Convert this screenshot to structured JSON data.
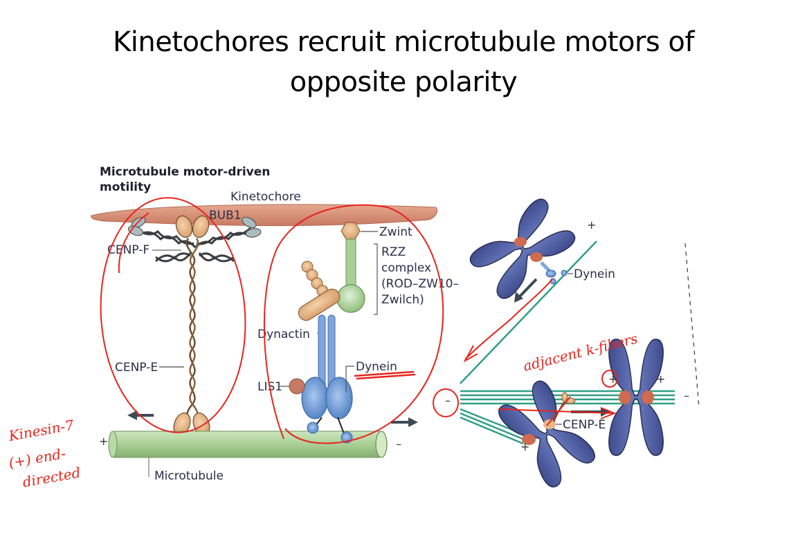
{
  "slide": {
    "title_line1": "Kinetochores recruit microtubule motors of",
    "title_line2": "opposite polarity"
  },
  "figure": {
    "panel_title_line1": "Microtubule motor-driven",
    "panel_title_line2": "motility",
    "labels": {
      "kinetochore": "Kinetochore",
      "bub1": "BUB1",
      "cenp_f": "CENP-F",
      "cenp_e": "CENP-E",
      "zwint": "Zwint",
      "rzz_line1": "RZZ",
      "rzz_line2": "complex",
      "rzz_line3": "(ROD–ZW10–",
      "rzz_line4": "Zwilch)",
      "dynactin": "Dynactin",
      "lis1": "LIS1",
      "dynein": "Dynein",
      "microtubule": "Microtubule",
      "dynein_right": "Dynein",
      "cenp_e_right": "CENP-E"
    },
    "polarity": {
      "plus": "+",
      "minus": "–"
    },
    "colors": {
      "kinetochore": "#d98a72",
      "microtubule": "#a9cf95",
      "kinesin_head": "#e9b887",
      "dynein": "#5b8fd1",
      "chromosome": "#4c5a9e",
      "spindle": "#2f9e86",
      "annotation": "#e8231c"
    }
  },
  "annotations": {
    "kinesin_line1": "Kinesin-7",
    "kinesin_line2": "(+) end-",
    "kinesin_line3": "directed",
    "adjacent": "adjacent k-fibers"
  }
}
